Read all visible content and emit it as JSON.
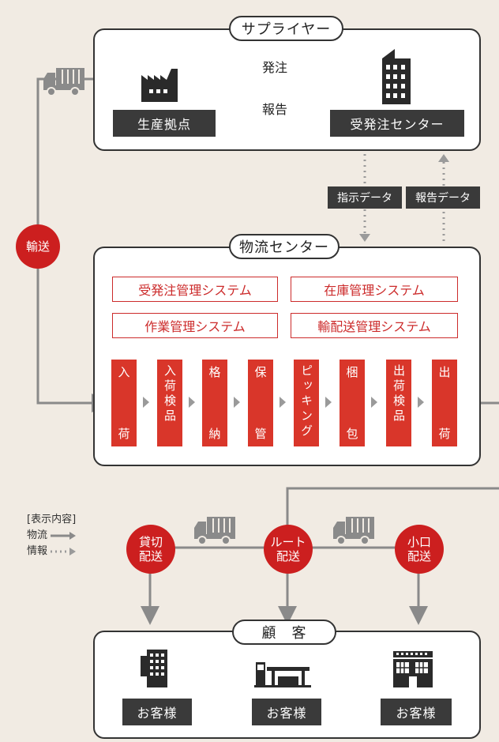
{
  "supplier": {
    "title": "サプライヤー",
    "order_label": "発注",
    "report_label": "報告",
    "production_base": "生産拠点",
    "order_center": "受発注センター"
  },
  "info_flow": {
    "instruction_data": "指示データ",
    "report_data": "報告データ"
  },
  "transport": {
    "label": "輸送"
  },
  "logistics_center": {
    "title": "物流センター",
    "systems": [
      "受発注管理システム",
      "在庫管理システム",
      "作業管理システム",
      "輸配送管理システム"
    ],
    "steps": [
      {
        "top": "入",
        "bottom": "荷"
      },
      {
        "top": "入荷検品",
        "bottom": ""
      },
      {
        "top": "格",
        "bottom": "納"
      },
      {
        "top": "保",
        "bottom": "管"
      },
      {
        "top": "ピッキング",
        "bottom": ""
      },
      {
        "top": "梱",
        "bottom": "包"
      },
      {
        "top": "出荷検品",
        "bottom": ""
      },
      {
        "top": "出",
        "bottom": "荷"
      }
    ]
  },
  "legend": {
    "title": "[表示内容]",
    "goods": "物流",
    "info": "情報"
  },
  "delivery": {
    "charter": "貸切配送",
    "charter_l1": "貸切",
    "charter_l2": "配送",
    "route_l1": "ルート",
    "route_l2": "配送",
    "small_l1": "小口",
    "small_l2": "配送"
  },
  "customers": {
    "title": "顧　客",
    "labels": [
      "お客様",
      "お客様",
      "お客様"
    ]
  },
  "colors": {
    "accent": "#cc1f1f",
    "dark": "#3a3a3a",
    "background": "#f1ebe3"
  }
}
